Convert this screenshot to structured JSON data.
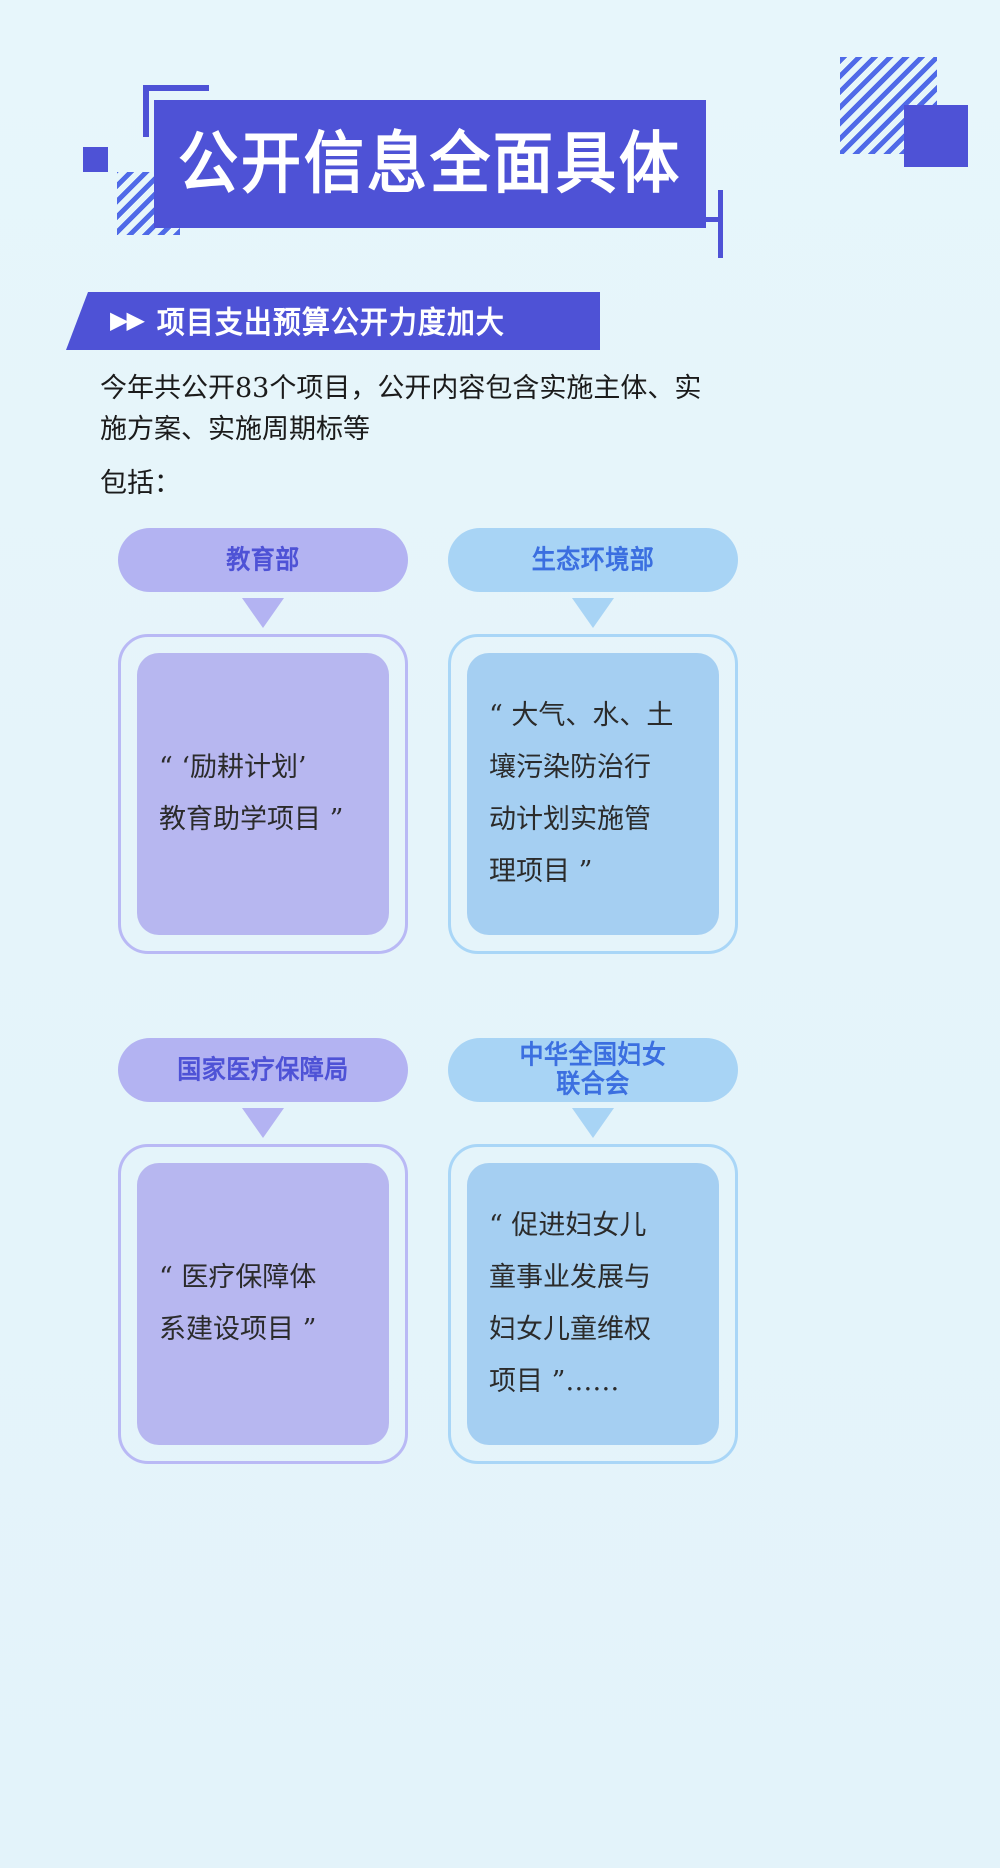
{
  "page": {
    "background_color": "#e6f6fa",
    "accent_color": "#4e52d6"
  },
  "header": {
    "title": "公开信息全面具体",
    "decor": {
      "bracket": "corner-bracket",
      "square_small": "solid-square",
      "hatch_left": "diagonal-hatch-square",
      "hatch_right": "diagonal-hatch-square",
      "square_top_right": "solid-square",
      "vertical_line": "vertical-rule",
      "horizontal_line": "horizontal-rule"
    }
  },
  "subheading": {
    "arrows_icon": "double-chevron-right-icon",
    "arrows_glyph": "▶▶",
    "text": "项目支出预算公开力度加大"
  },
  "body": {
    "lines": [
      "今年共公开83个项目，公开内容包含实施主体、实",
      "施方案、实施周期标等",
      "包括："
    ],
    "project_count": 83
  },
  "cards": [
    {
      "department": "教育部",
      "color_theme": "lavender",
      "pill_bg": "#b3b3f2",
      "pill_text_color": "#4e52d6",
      "card_bg": "#b7b7f0",
      "card_border": "#b9b9f5",
      "quote": "“ ‘励耕计划’\n教育助学项目 ”"
    },
    {
      "department": "生态环境部",
      "color_theme": "blue",
      "pill_bg": "#a8d4f5",
      "pill_text_color": "#3b6fe0",
      "card_bg": "#a5cff2",
      "card_border": "#a9d6f7",
      "quote": "“ 大气、水、土\n壤污染防治行\n动计划实施管\n理项目 ”"
    },
    {
      "department": "国家医疗保障局",
      "color_theme": "lavender",
      "pill_bg": "#b3b3f2",
      "pill_text_color": "#4e52d6",
      "card_bg": "#b7b7f0",
      "card_border": "#b9b9f5",
      "quote": "“ 医疗保障体\n系建设项目 ”"
    },
    {
      "department": "中华全国妇女\n联合会",
      "color_theme": "blue",
      "pill_bg": "#a8d4f5",
      "pill_text_color": "#3b6fe0",
      "card_bg": "#a5cff2",
      "card_border": "#a9d6f7",
      "quote": "“ 促进妇女儿\n童事业发展与\n妇女儿童维权\n项目 ”……"
    }
  ]
}
